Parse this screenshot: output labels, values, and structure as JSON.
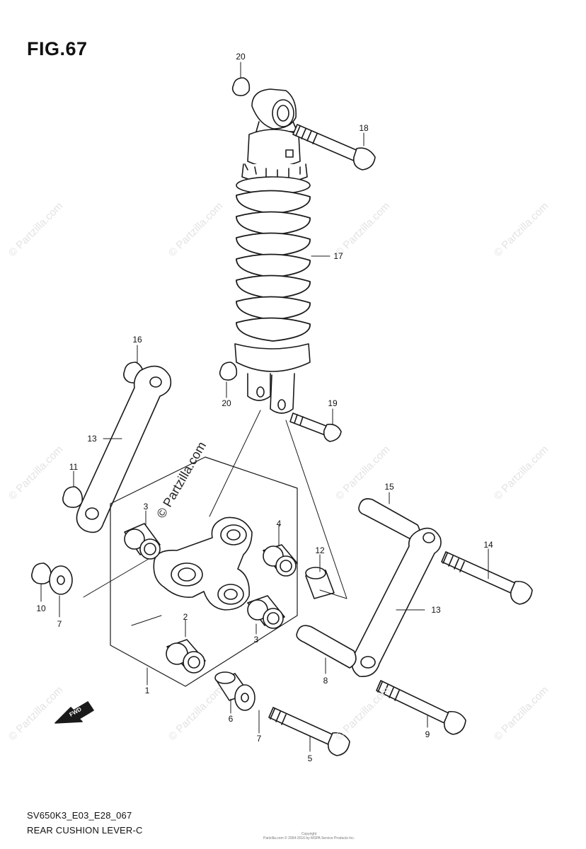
{
  "figure": {
    "title": "FIG.67",
    "code": "SV650K3_E03_E28_067",
    "name": "REAR CUSHION LEVER-C",
    "copyright_line1": "Copyright",
    "copyright_line2": "Partzilla.com © 2004-2016 by MSPA Service Products Inc.",
    "watermark": "© Partzilla.com",
    "fwd_label": "FWD"
  },
  "callouts": [
    "1",
    "2",
    "3",
    "3",
    "4",
    "5",
    "6",
    "7",
    "7",
    "8",
    "9",
    "10",
    "11",
    "12",
    "13",
    "13",
    "14",
    "15",
    "16",
    "17",
    "18",
    "19",
    "20",
    "20"
  ],
  "colors": {
    "line": "#1a1a1a",
    "watermark": "#e3e3e3",
    "background": "#ffffff"
  },
  "icons": [
    "fwd-arrow-icon"
  ]
}
